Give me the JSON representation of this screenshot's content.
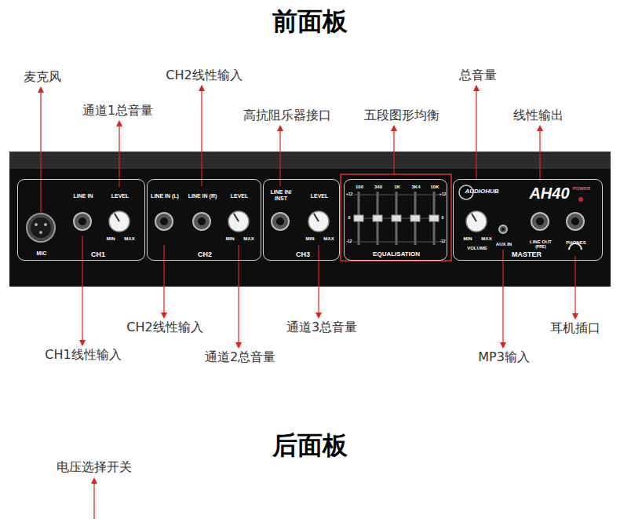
{
  "diagram": {
    "title": "前面板",
    "nodes": [
      {
        "text": [
          "CH1",
          "MIC",
          "LINE IN",
          "LEVEL",
          "MIN",
          "MAX"
        ]
      },
      {
        "text": [
          "CH2",
          "LINE IN (L)",
          "LINE IN (R)",
          "LEVEL",
          "MIN",
          "MAX"
        ]
      },
      {
        "text": [
          "CH3",
          "LINE IN/ INST",
          "LEVEL",
          "MIN",
          "MAX"
        ]
      },
      {
        "text": [
          "EQUALISATION",
          "100",
          "340",
          "1K",
          "3K4",
          "10K",
          "+12",
          "0",
          "-12",
          "+12",
          "0",
          "-12"
        ]
      },
      {
        "text": [
          "MASTER",
          "AUDIOHUB",
          "AH40",
          "POWER",
          "VOLUME",
          "MIN",
          "MAX",
          "AUX IN",
          "LINE OUT",
          "(PRE)",
          "PHONES"
        ]
      }
    ],
    "labels": [
      "麦克风",
      "通道1总音量",
      "CH2线性输入",
      "高抗阻乐器接口",
      "五段图形均衡",
      "总音量",
      "线性输出",
      "CH2线性输入",
      "通道2总音量",
      "通道3总音量",
      "CH1线性输入",
      "MP3输入",
      "耳机插口",
      "后面板",
      "电压选择开关"
    ]
  }
}
